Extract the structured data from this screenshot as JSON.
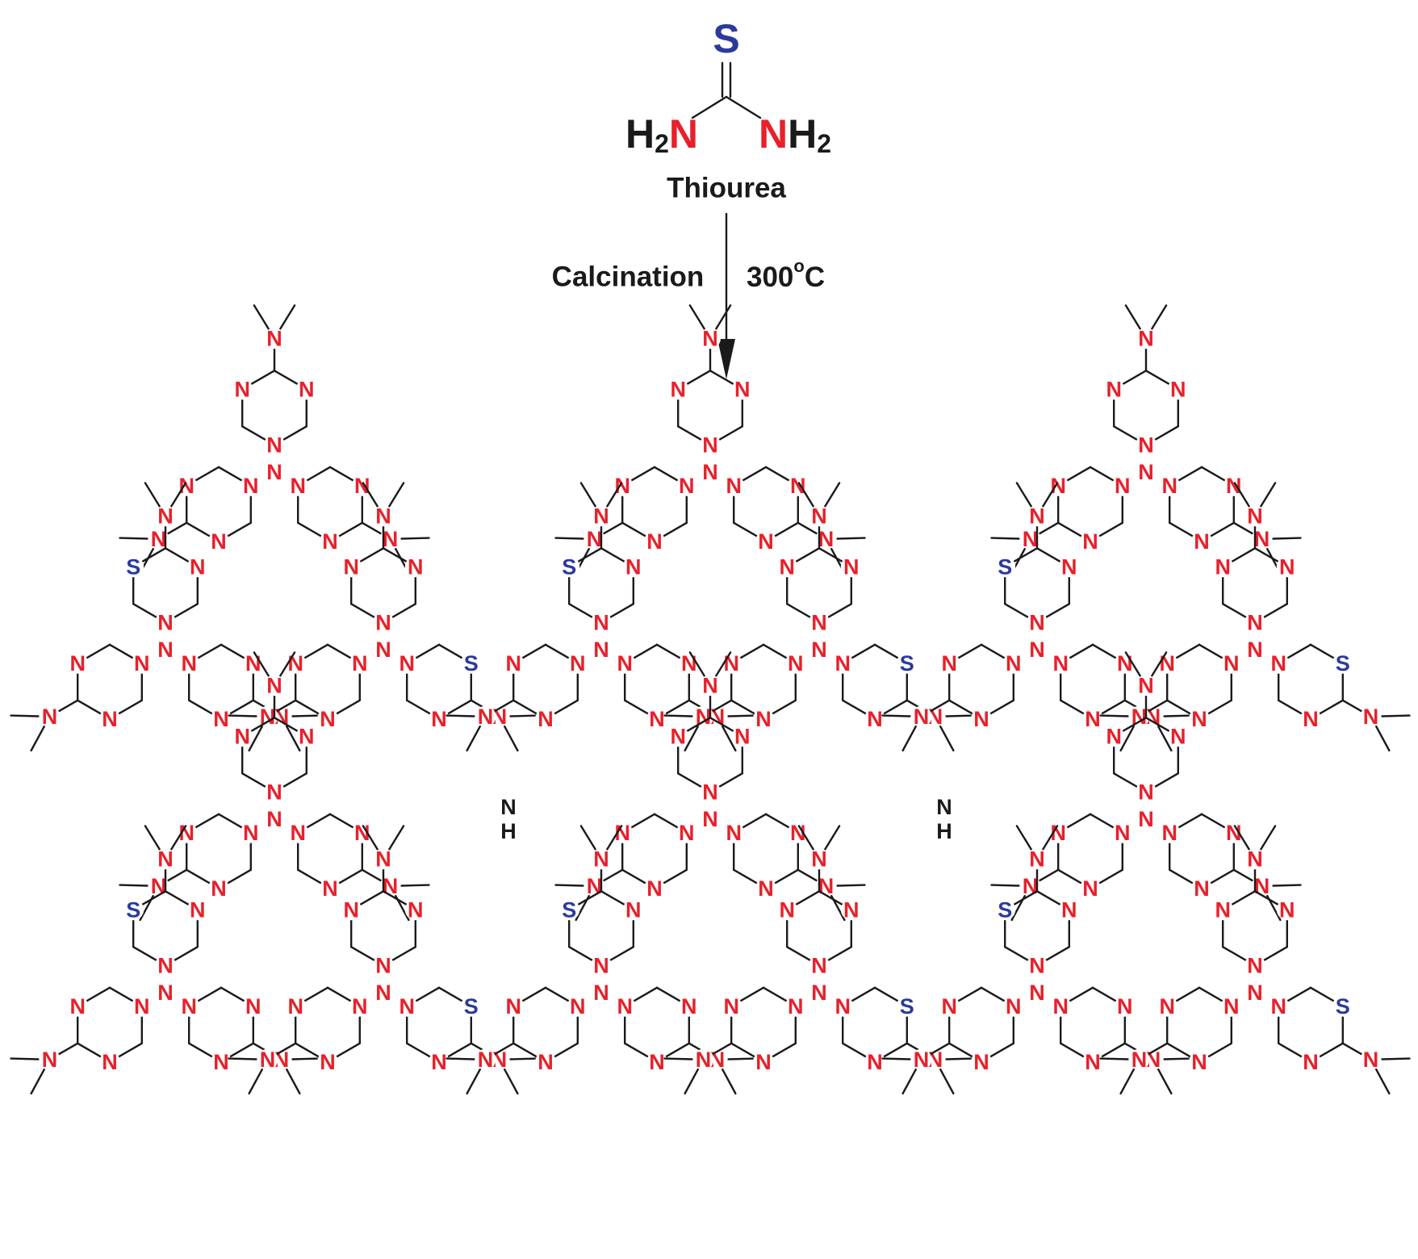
{
  "reactant": {
    "name": "Thiourea",
    "sulfur": "S",
    "left_amine": [
      "H",
      "2",
      "N"
    ],
    "right_amine": [
      "N",
      "H",
      "2"
    ]
  },
  "conditions": {
    "left": "Calcination",
    "right": [
      "300",
      "o",
      "C"
    ]
  },
  "atoms": {
    "nitrogen": "N",
    "sulfur": "S",
    "hydrogen": "H"
  },
  "colors": {
    "nitrogen": "#e8202a",
    "sulfur": "#2b3a9c",
    "carbon_bond": "#1a1a1a",
    "bridge_nitrogen": "#1a1a1a"
  }
}
